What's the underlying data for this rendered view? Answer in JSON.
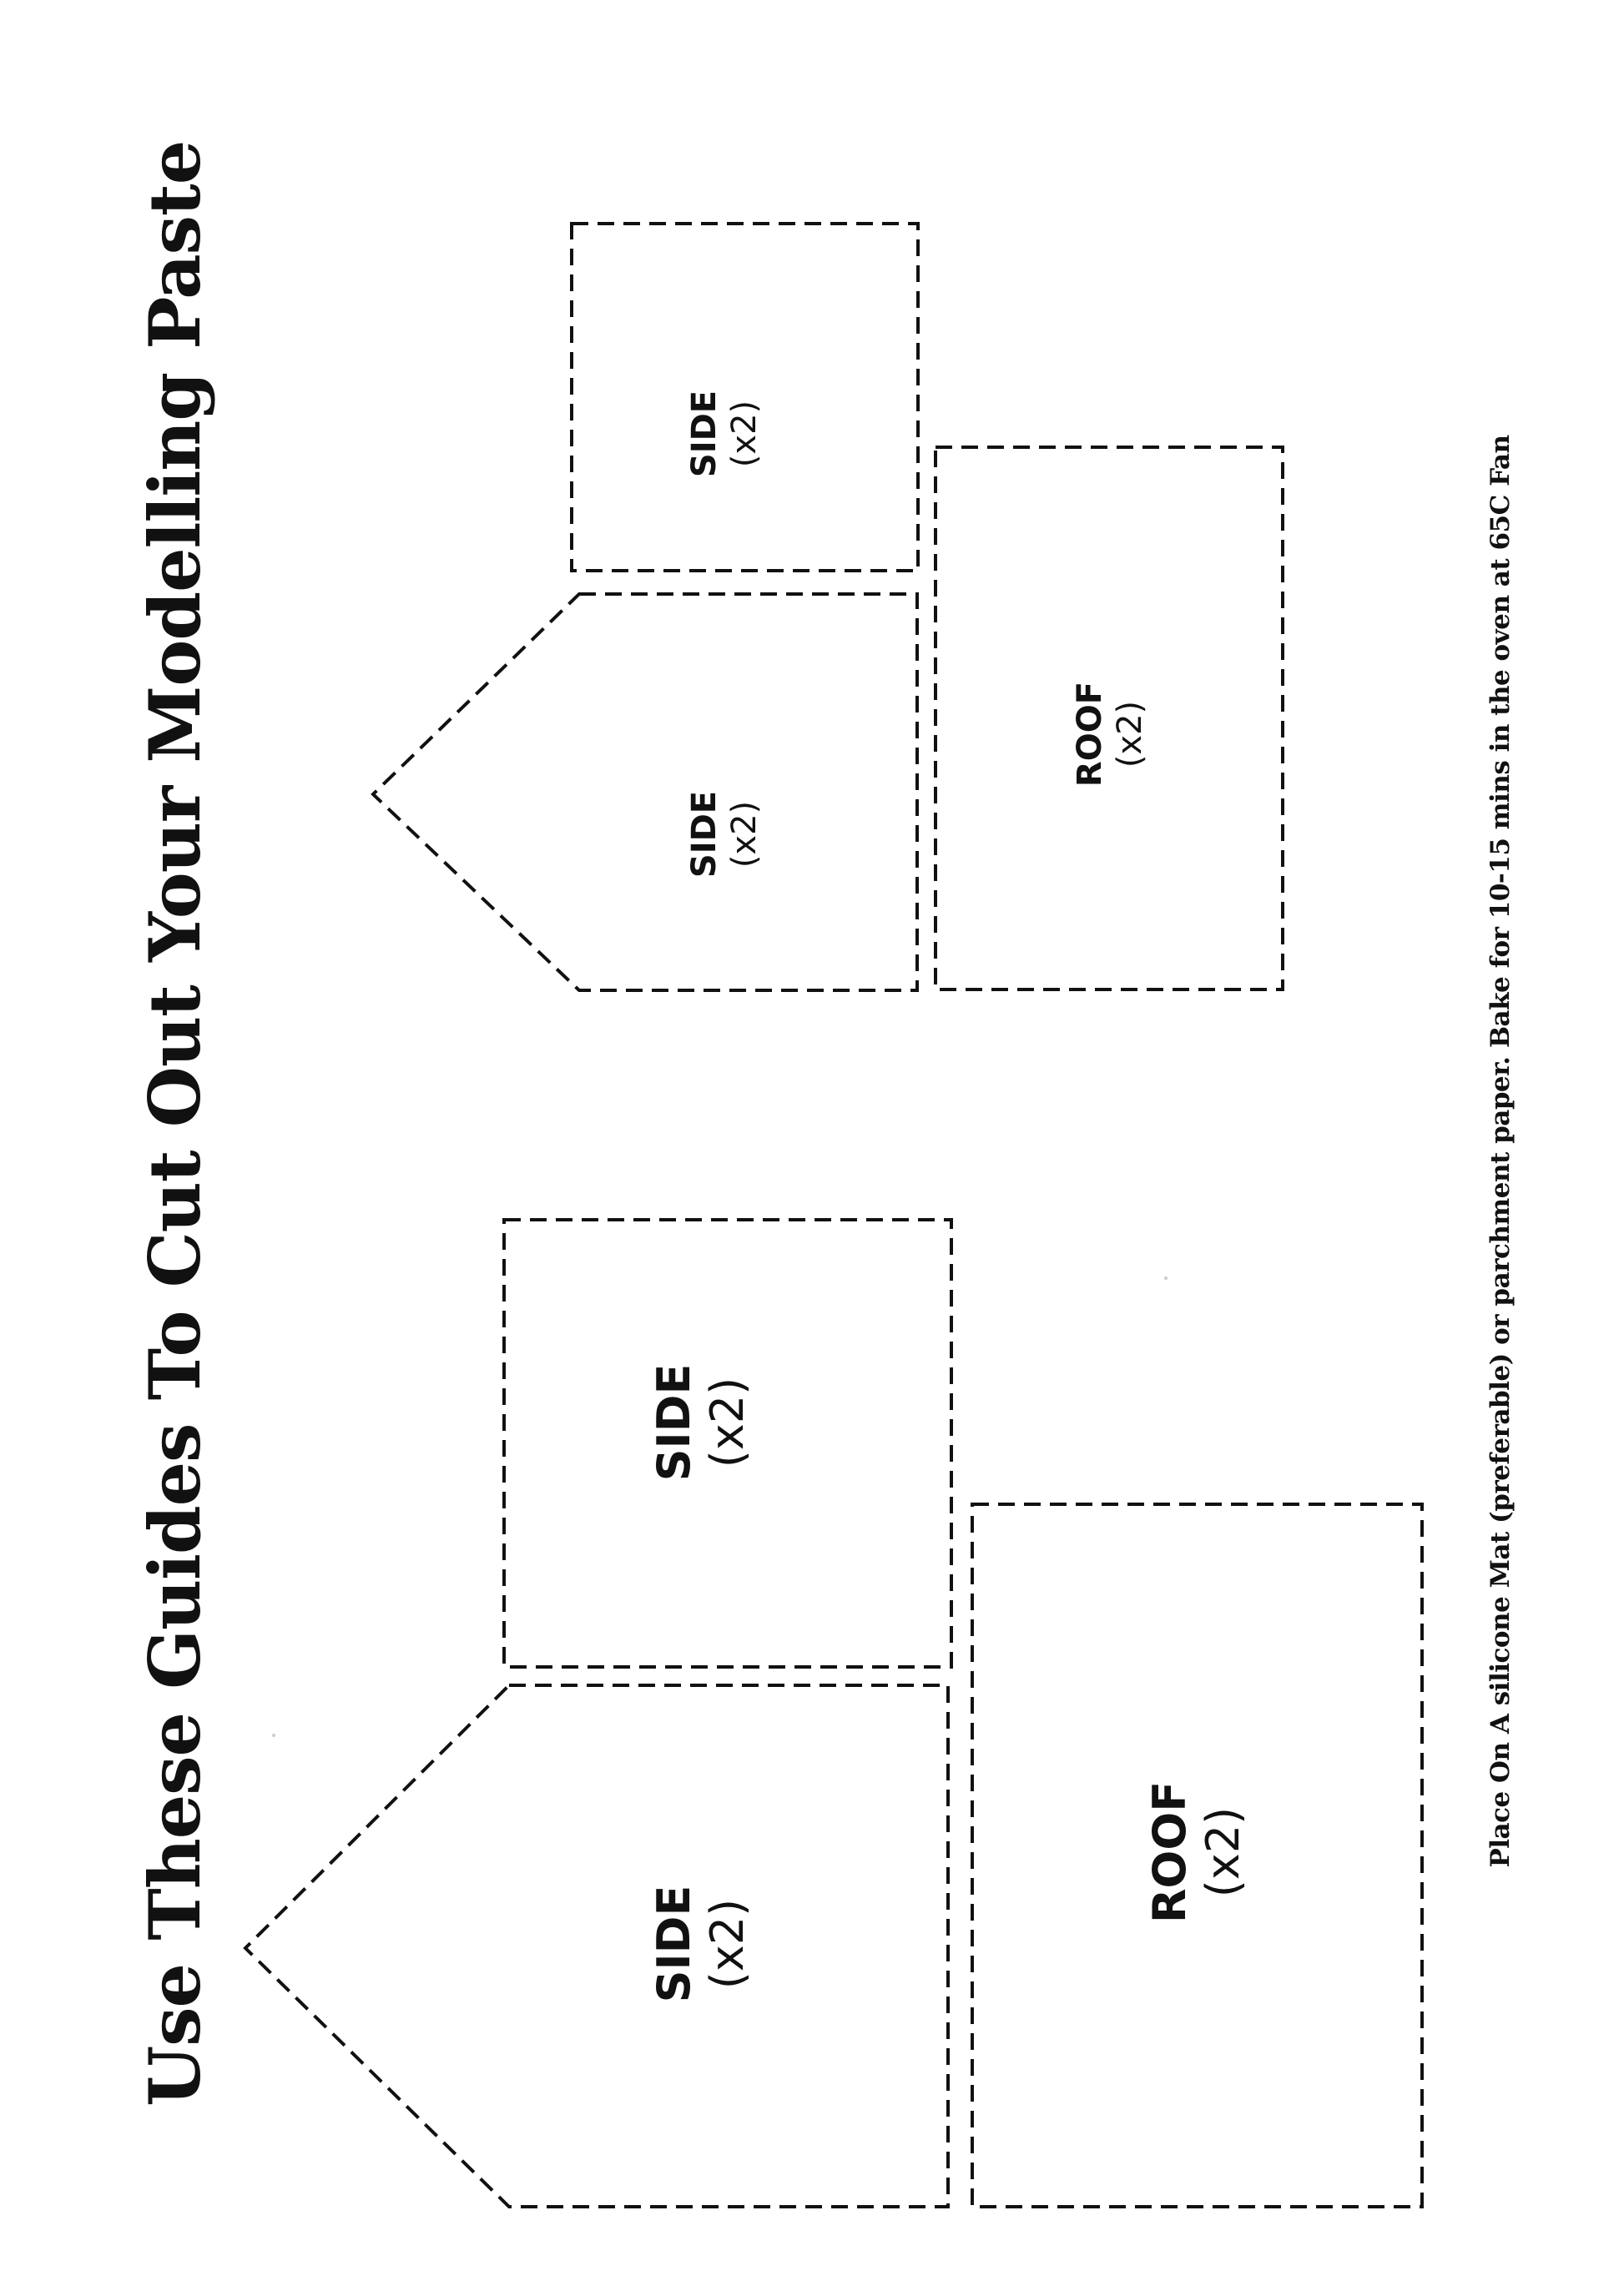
{
  "document": {
    "title": "Use These Guides To Cut Out Your Modelling Paste",
    "note": "Place On A silicone Mat (preferable) or parchment paper. Bake for 10-15 mins in the oven at 65C Fan"
  },
  "templates": {
    "large_side_house": {
      "name": "SIDE",
      "quantity": "(x2)"
    },
    "large_side_rect": {
      "name": "SIDE",
      "quantity": "(x2)"
    },
    "large_roof": {
      "name": "ROOF",
      "quantity": "(x2)"
    },
    "small_side_house": {
      "name": "SIDE",
      "quantity": "(x2)"
    },
    "small_side_rect": {
      "name": "SIDE",
      "quantity": "(x2)"
    },
    "small_roof": {
      "name": "ROOF",
      "quantity": "(x2)"
    }
  },
  "colors": {
    "ink": "#111111",
    "paper": "#ffffff"
  }
}
